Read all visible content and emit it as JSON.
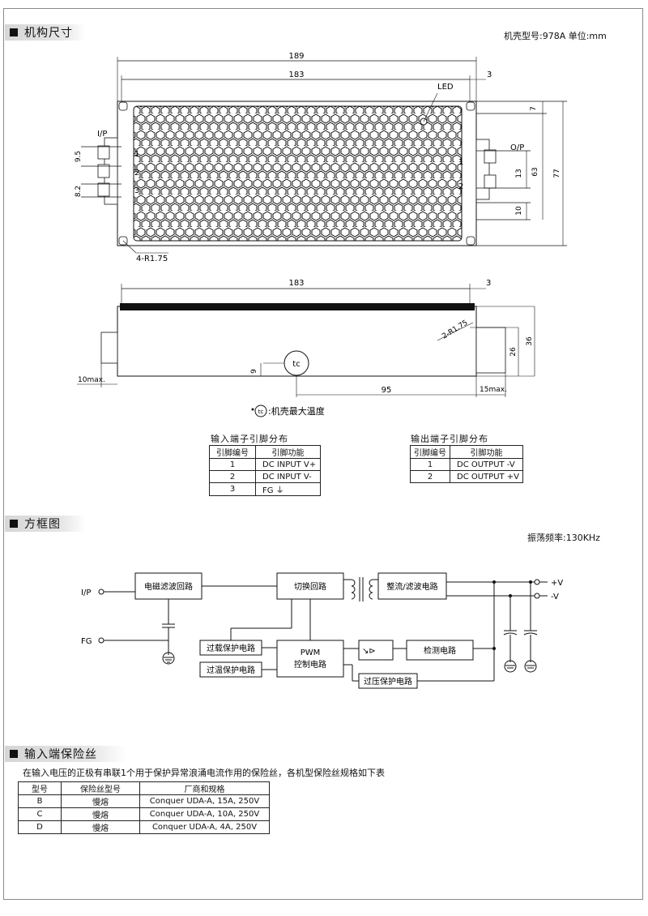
{
  "sections": {
    "mechanical": "机构尺寸",
    "block": "方框图",
    "fuse": "输入端保险丝"
  },
  "header": {
    "case_info": "机壳型号:978A   单位:mm"
  },
  "dims": {
    "total_width": "189",
    "body_width": "183",
    "right_offset": "3",
    "led": "LED",
    "ip": "I/P",
    "op": "O/P",
    "d7": "7",
    "d63": "63",
    "d77": "77",
    "d13": "13",
    "d10": "10",
    "d95": "9.5",
    "d82": "8.2",
    "hole": "4-R1.75",
    "pin1": "1",
    "pin2": "2",
    "pin3": "3",
    "opin1": "1",
    "opin2": "2",
    "side_width": "183",
    "side_right": "3",
    "r2": "2-R1.75",
    "d26": "26",
    "d36": "36",
    "tc": "tc",
    "d9": "9",
    "d95mm": "95",
    "max10": "10max.",
    "max15": "15max.",
    "tc_note": "机壳最大温度"
  },
  "input_table": {
    "title": "输入端子引脚分布",
    "headers": [
      "引脚编号",
      "引脚功能"
    ],
    "rows": [
      [
        "1",
        "DC INPUT V+"
      ],
      [
        "2",
        "DC INPUT V-"
      ],
      [
        "3",
        "FG ⏚"
      ]
    ]
  },
  "output_table": {
    "title": "输出端子引脚分布",
    "headers": [
      "引脚编号",
      "引脚功能"
    ],
    "rows": [
      [
        "1",
        "DC OUTPUT -V"
      ],
      [
        "2",
        "DC OUTPUT +V"
      ]
    ]
  },
  "block": {
    "freq": "振荡频率:130KHz",
    "ip": "I/P",
    "fg": "FG",
    "emi": "电磁滤波回路",
    "switch": "切换回路",
    "rect": "整流/滤波电路",
    "olp": "过载保护电路",
    "otp": "过温保护电路",
    "pwm1": "PWM",
    "pwm2": "控制电路",
    "detect": "检测电路",
    "ovp": "过压保护电路",
    "vplus": "+V",
    "vminus": "-V"
  },
  "fuse": {
    "note": "在输入电压的正极有串联1个用于保护异常浪涌电流作用的保险丝，各机型保险丝规格如下表",
    "headers": [
      "型号",
      "保险丝型号",
      "厂商和规格"
    ],
    "rows": [
      [
        "B",
        "慢熔",
        "Conquer UDA-A, 15A, 250V"
      ],
      [
        "C",
        "慢熔",
        "Conquer UDA-A, 10A, 250V"
      ],
      [
        "D",
        "慢熔",
        "Conquer UDA-A, 4A, 250V"
      ]
    ]
  }
}
